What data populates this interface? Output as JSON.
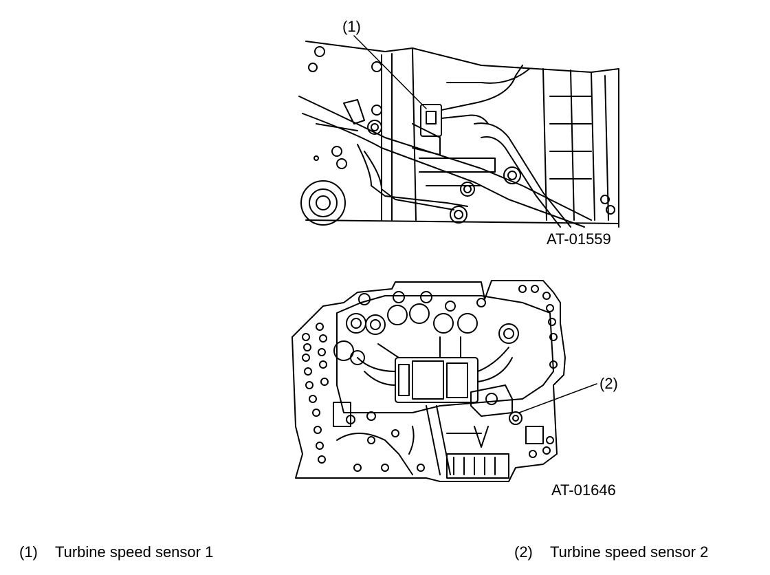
{
  "figure1": {
    "callout": "(1)",
    "code": "AT-01559"
  },
  "figure2": {
    "callout": "(2)",
    "code": "AT-01646"
  },
  "legend": [
    {
      "num": "(1)",
      "label": "Turbine speed sensor 1"
    },
    {
      "num": "(2)",
      "label": "Turbine speed sensor 2"
    }
  ]
}
